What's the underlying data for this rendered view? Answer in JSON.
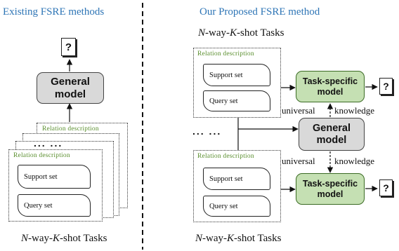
{
  "left_panel": {
    "title": "Existing FSRE methods",
    "general_model": "General\nmodel",
    "relation_label_back": "Relation  description",
    "relation_label_front": "Relation  description",
    "support_set": "Support set",
    "query_set": "Query set",
    "ellipsis": "... ...",
    "caption_n": "N",
    "caption_mid": "-way-",
    "caption_k": "K",
    "caption_tail": "-shot Tasks",
    "output_symbol": "?"
  },
  "right_panel": {
    "title": "Our Proposed FSRE method",
    "top_caption_n": "N",
    "top_caption_mid": "-way-",
    "top_caption_k": "K",
    "top_caption_tail": "-shot Tasks",
    "task_top": {
      "relation_label": "Relation  description",
      "support_set": "Support set",
      "query_set": "Query set",
      "model": "Task-specific\nmodel",
      "output_symbol": "?"
    },
    "task_bottom": {
      "relation_label": "Relation  description",
      "support_set": "Support set",
      "query_set": "Query set",
      "model": "Task-specific\nmodel",
      "output_symbol": "?"
    },
    "general_model": "General\nmodel",
    "knowledge_top_left": "universal",
    "knowledge_top_right": "knowledge",
    "knowledge_bottom_left": "universal",
    "knowledge_bottom_right": "knowledge",
    "ellipsis": "... ...",
    "bottom_caption_n": "N",
    "bottom_caption_mid": "-way-",
    "bottom_caption_k": "K",
    "bottom_caption_tail": "-shot Tasks"
  },
  "colors": {
    "title_blue": "#2e75b6",
    "relation_green": "#5a8f2e",
    "general_gray": "#d9d9d9",
    "task_green": "#c5e0b3"
  }
}
